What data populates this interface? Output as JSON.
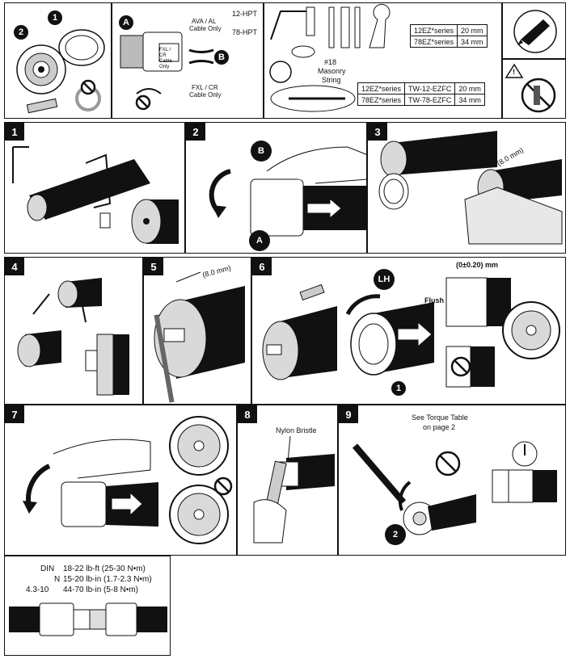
{
  "top": {
    "callouts": {
      "c1": "1",
      "c2": "2",
      "cA": "A",
      "cB": "B"
    },
    "tool_labels": {
      "hpt12": "12-HPT",
      "hpt78": "78-HPT"
    },
    "sleeves": {
      "upper_l1": "AVA / AL",
      "upper_l2": "Cable Only",
      "inner": "FXL / CR Cable Only",
      "lower_l1": "FXL / CR",
      "lower_l2": "Cable Only"
    },
    "masonry": {
      "l1": "#18",
      "l2": "Masonry",
      "l3": "String"
    },
    "blade_table": [
      [
        "12EZ*series",
        "20 mm"
      ],
      [
        "78EZ*series",
        "34 mm"
      ]
    ],
    "wrench_table": [
      [
        "12EZ*series",
        "TW-12-EZFC",
        "20 mm"
      ],
      [
        "78EZ*series",
        "TW-78-EZFC",
        "34 mm"
      ]
    ],
    "warning_icon": "!"
  },
  "steps": {
    "s1": "1",
    "s2": "2",
    "s3": "3",
    "s4": "4",
    "s5": "5",
    "s6": "6",
    "s7": "7",
    "s8": "8",
    "s9": "9"
  },
  "step2": {
    "cB": "B",
    "cA": "A"
  },
  "step3": {
    "dim": "(8.0 mm)"
  },
  "step5": {
    "dim": "(8.0 mm)"
  },
  "step6": {
    "lh": "LH",
    "c1": "1",
    "tolerance": "(0±0.20) mm",
    "flush": "Flush"
  },
  "step8": {
    "label": "Nylon Bristle"
  },
  "step9": {
    "see_l1": "See Torque Table",
    "see_l2": "on page 2",
    "c2": "2"
  },
  "torque": {
    "rows": [
      {
        "type": "DIN",
        "value": "18-22 lb-ft (25-30 N•m)"
      },
      {
        "type": "N",
        "value": "15-20 lb-in (1.7-2.3 N•m)"
      },
      {
        "type": "4.3-10",
        "value": "44-70 lb-in (5-8 N•m)"
      }
    ]
  },
  "colors": {
    "ink": "#111111",
    "paper": "#ffffff",
    "foam": "#d9d9d9"
  }
}
